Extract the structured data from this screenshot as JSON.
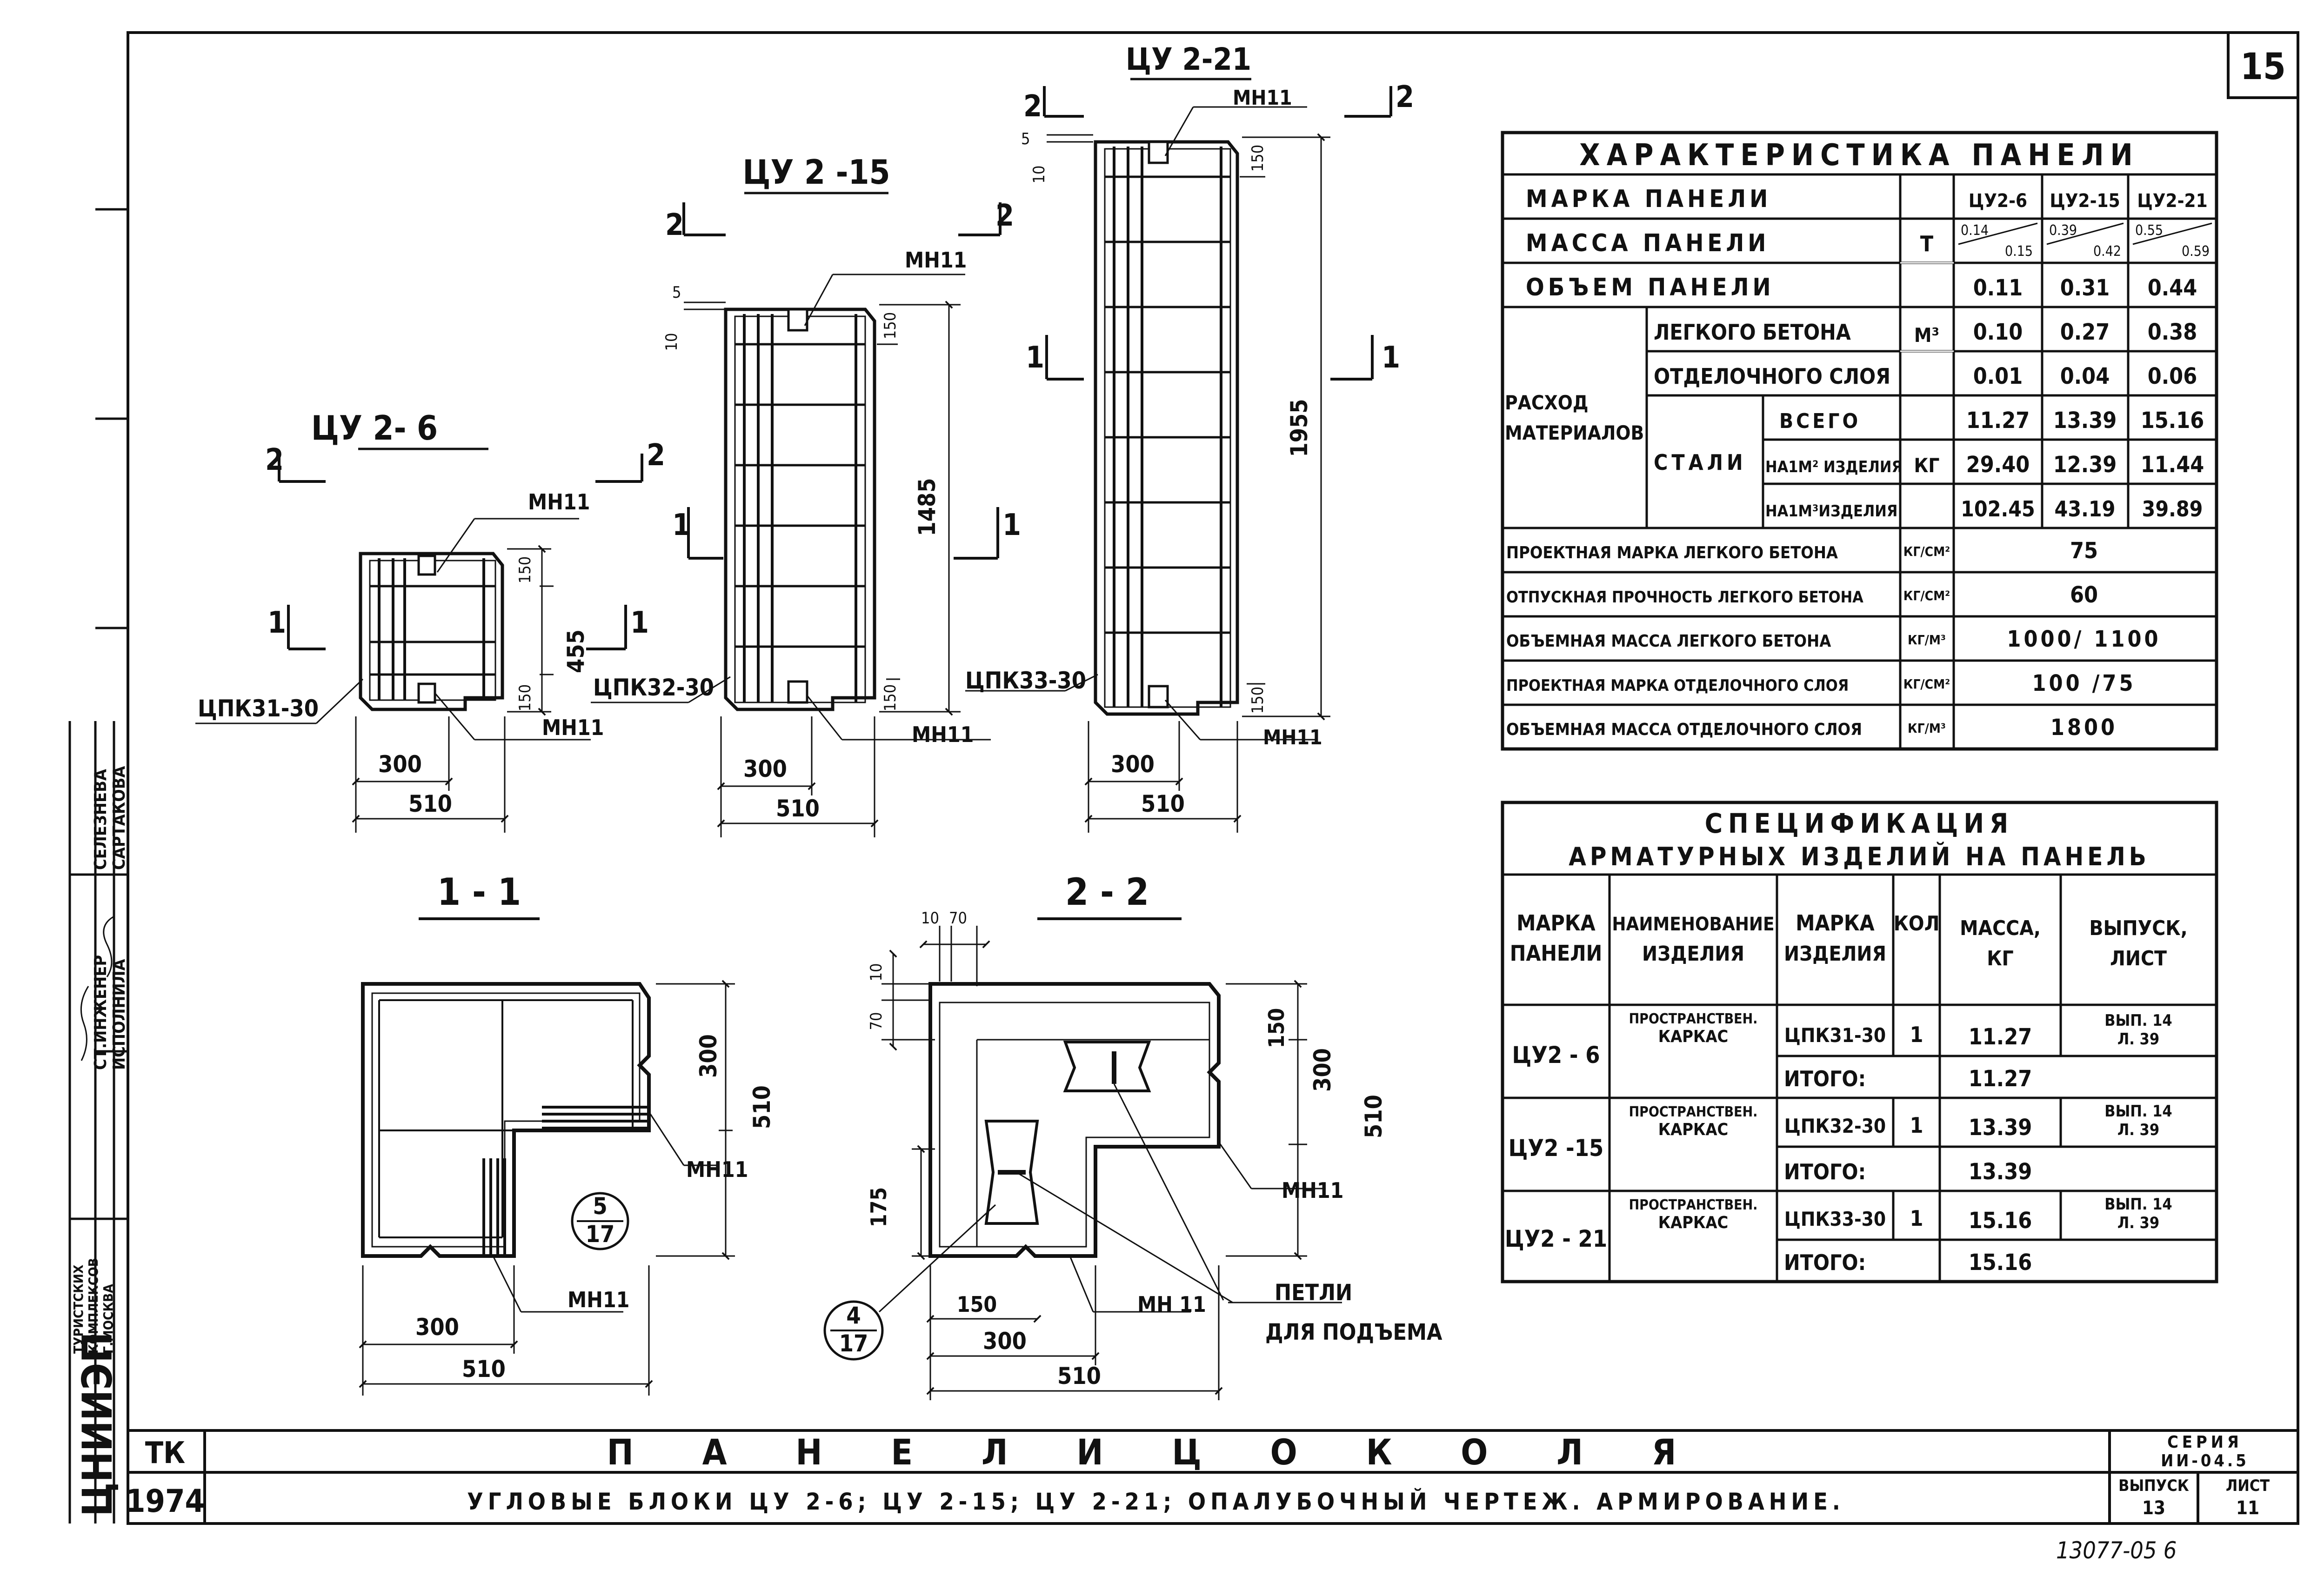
{
  "sheet_number": "15",
  "views": {
    "v6": {
      "title": "ЦУ 2- 6",
      "cut2": "2",
      "cut1": "1",
      "mark_top": "МН11",
      "mark_bot": "МН11",
      "frame": "ЦПК31-30",
      "dim_h": "455",
      "dim_150a": "150",
      "dim_150b": "150",
      "dim_300": "300",
      "dim_510": "510"
    },
    "v15": {
      "title": "ЦУ 2 -15",
      "cut2": "2",
      "cut1": "1",
      "mark_top": "МН11",
      "mark_bot": "МН11",
      "frame": "ЦПК32-30",
      "dim_h": "1485",
      "dim_150a": "150",
      "dim_150b": "150",
      "dim_5": "5",
      "dim_10": "10",
      "dim_300": "300",
      "dim_510": "510"
    },
    "v21": {
      "title": "ЦУ 2-21",
      "cut2": "2",
      "cut1": "1",
      "mark_top": "МН11",
      "mark_bot": "МН11",
      "frame": "ЦПК33-30",
      "dim_h": "1955",
      "dim_150a": "150",
      "dim_150b": "150",
      "dim_5": "5",
      "dim_10": "10",
      "dim_300": "300",
      "dim_510": "510"
    }
  },
  "section11": {
    "title": "1 - 1",
    "dim_300v": "300",
    "dim_510v": "510",
    "dim_300": "300",
    "dim_510": "510",
    "mark_a": "МН11",
    "mark_b": "МН11",
    "ref_top": "5",
    "ref_bot": "17"
  },
  "section22": {
    "title": "2 - 2",
    "dim_10a": "10",
    "dim_70a": "70",
    "dim_10b": "10",
    "dim_70b": "70",
    "dim_150v": "150",
    "dim_300v": "300",
    "dim_510v": "510",
    "dim_175": "175",
    "dim_150": "150",
    "dim_300": "300",
    "dim_510": "510",
    "mark_a": "МН11",
    "mark_b": "МН 11",
    "loops1": "ПЕТЛИ",
    "loops2": "ДЛЯ ПОДЪЕМА",
    "ref_top": "4",
    "ref_bot": "17"
  },
  "char_table": {
    "title": "ХАРАКТЕРИСТИКА ПАНЕЛИ",
    "r_mark": "МАРКА ПАНЕЛИ",
    "r_mass": "МАССА ПАНЕЛИ",
    "r_vol": "ОБЪЕМ ПАНЕЛИ",
    "r_cons1": "РАСХОД",
    "r_cons2": "МАТЕРИАЛОВ",
    "r_light": "ЛЕГКОГО БЕТОНА",
    "r_finish": "ОТДЕЛОЧНОГО СЛОЯ",
    "r_steel": "СТАЛИ",
    "r_total": "ВСЕГО",
    "r_m2": "НА1М² ИЗДЕЛИЯ",
    "r_m3": "НА1М³ИЗДЕЛИЯ",
    "u_t": "Т",
    "u_m3": "М³",
    "u_kg": "КГ",
    "cols": [
      "ЦУ2-6",
      "ЦУ2-15",
      "ЦУ2-21"
    ],
    "mass_a": [
      "0.14",
      "0.39",
      "0.55"
    ],
    "mass_b": [
      "0.15",
      "0.42",
      "0.59"
    ],
    "volume": [
      "0.11",
      "0.31",
      "0.44"
    ],
    "light": [
      "0.10",
      "0.27",
      "0.38"
    ],
    "finish": [
      "0.01",
      "0.04",
      "0.06"
    ],
    "total": [
      "11.27",
      "13.39",
      "15.16"
    ],
    "per_m2": [
      "29.40",
      "12.39",
      "11.44"
    ],
    "per_m3": [
      "102.45",
      "43.19",
      "39.89"
    ],
    "p1": "ПРОЕКТНАЯ МАРКА ЛЕГКОГО БЕТОНА",
    "u1": "КГ/СМ²",
    "v1": "75",
    "p2": "ОТПУСКНАЯ ПРОЧНОСТЬ ЛЕГКОГО БЕТОНА",
    "u2": "КГ/СМ²",
    "v2": "60",
    "p3": "ОБЪЕМНАЯ МАССА ЛЕГКОГО БЕТОНА",
    "u3": "КГ/М³",
    "v3": "1000/ 1100",
    "p4": "ПРОЕКТНАЯ МАРКА ОТДЕЛОЧНОГО СЛОЯ",
    "u4": "КГ/СМ²",
    "v4": "100 /75",
    "p5": "ОБЪЕМНАЯ МАССА ОТДЕЛОЧНОГО СЛОЯ",
    "u5": "КГ/М³",
    "v5": "1800"
  },
  "spec_table": {
    "title1": "СПЕЦИФИКАЦИЯ",
    "title2": "АРМАТУРНЫХ ИЗДЕЛИЙ НА ПАНЕЛЬ",
    "h_mark1": "МАРКА",
    "h_mark2": "ПАНЕЛИ",
    "h_name1": "НАИМЕНОВАНИЕ",
    "h_name2": "ИЗДЕЛИЯ",
    "h_item1": "МАРКА",
    "h_item2": "ИЗДЕЛИЯ",
    "h_qty": "КОЛ",
    "h_mass1": "МАССА,",
    "h_mass2": "КГ",
    "h_issue1": "ВЫПУСК,",
    "h_issue2": "ЛИСТ",
    "name1": "ПРОСТРАНСТВЕН.",
    "name2": "КАРКАС",
    "total_label": "ИТОГО:",
    "rows": [
      {
        "panel": "ЦУ2 - 6",
        "item": "ЦПК31-30",
        "qty": "1",
        "mass": "11.27",
        "issue1": "ВЫП. 14",
        "issue2": "Л. 39",
        "total": "11.27"
      },
      {
        "panel": "ЦУ2 -15",
        "item": "ЦПК32-30",
        "qty": "1",
        "mass": "13.39",
        "issue1": "ВЫП. 14",
        "issue2": "Л. 39",
        "total": "13.39"
      },
      {
        "panel": "ЦУ2 - 21",
        "item": "ЦПК33-30",
        "qty": "1",
        "mass": "15.16",
        "issue1": "ВЫП. 14",
        "issue2": "Л. 39",
        "total": "15.16"
      }
    ]
  },
  "title_block": {
    "code": "ТК",
    "year": "1974",
    "title": "П А Н Е Л И   Ц О К О Л Я",
    "subtitle": "УГЛОВЫЕ БЛОКИ ЦУ 2-6; ЦУ 2-15; ЦУ 2-21; ОПАЛУБОЧНЫЙ ЧЕРТЕЖ. АРМИРОВАНИЕ.",
    "series_label": "СЕРИЯ",
    "series_value": "ИИ-04.5",
    "issue_label": "ВЫПУСК",
    "issue_value": "13",
    "sheet_label": "ЛИСТ",
    "sheet_value": "11"
  },
  "left_strip": {
    "org": "ЦНИИЭП",
    "org2a": "ТУРИСТСКИХ",
    "org2b": "КОМПЛЕКСОВ",
    "org2c": "Г.МОСКВА",
    "role1": "СТ.ИНЖЕНЕР",
    "role2": "ИСПОЛНИЛА",
    "name1": "СЕЛЕЗНЕВА",
    "name2": "САРТАКОВА"
  },
  "footer_code": "13077-05   6"
}
